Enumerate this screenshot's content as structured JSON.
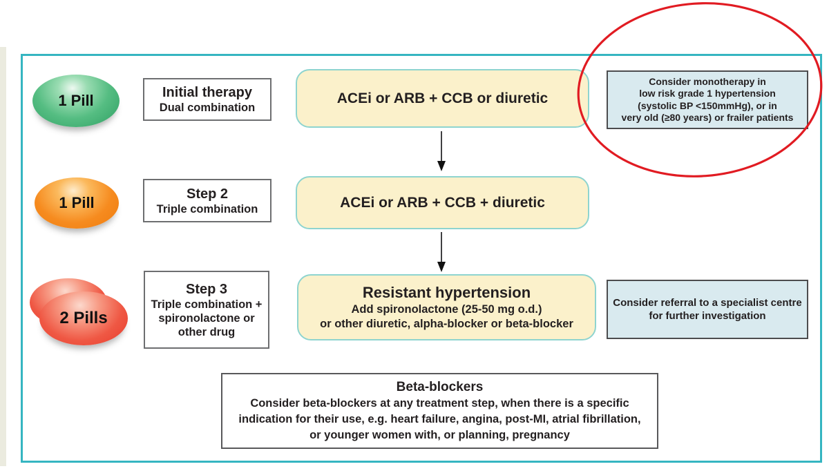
{
  "colors": {
    "frame_border": "#35b5c1",
    "therapy_fill": "#fbf1cb",
    "therapy_border": "#8ed4cf",
    "note_fill": "#d9eaef",
    "annotation_red": "#e11b22",
    "pill_green": "#4cb97e",
    "pill_orange": "#f68b1f",
    "pill_red": "#ef5844",
    "text": "#231f20"
  },
  "rows": [
    {
      "pill": "1 Pill",
      "step_title": "Initial therapy",
      "step_subtitle": "Dual combination",
      "therapy_title": "ACEi or ARB + CCB or diuretic",
      "note": "Consider monotherapy in\nlow risk grade 1 hypertension\n(systolic BP <150mmHg), or in\nvery old (≥80 years) or frailer patients"
    },
    {
      "pill": "1 Pill",
      "step_title": "Step 2",
      "step_subtitle": "Triple combination",
      "therapy_title": "ACEi or ARB + CCB + diuretic"
    },
    {
      "pill": "2 Pills",
      "step_title": "Step 3",
      "step_subtitle": "Triple combination +\nspironolactone or\nother drug",
      "therapy_title": "Resistant hypertension",
      "therapy_subtitle": "Add spironolactone (25-50 mg o.d.)\nor other diuretic, alpha-blocker or beta-blocker",
      "note": "Consider referral to a specialist centre\nfor further investigation"
    }
  ],
  "footer": {
    "title": "Beta-blockers",
    "body": "Consider beta-blockers at any treatment step, when there is a specific\nindication for their use, e.g. heart failure, angina, post-MI, atrial fibrillation,\nor younger women with, or planning, pregnancy"
  }
}
